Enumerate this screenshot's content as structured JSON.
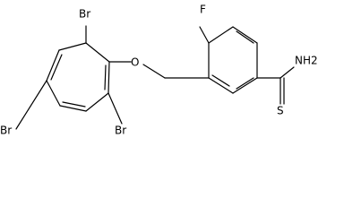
{
  "molecule": {
    "labels": {
      "br_top": "Br",
      "br_left": "Br",
      "br_right": "Br",
      "oxygen": "O",
      "fluorine": "F",
      "amide": "NH2",
      "sulfur": "S"
    }
  }
}
